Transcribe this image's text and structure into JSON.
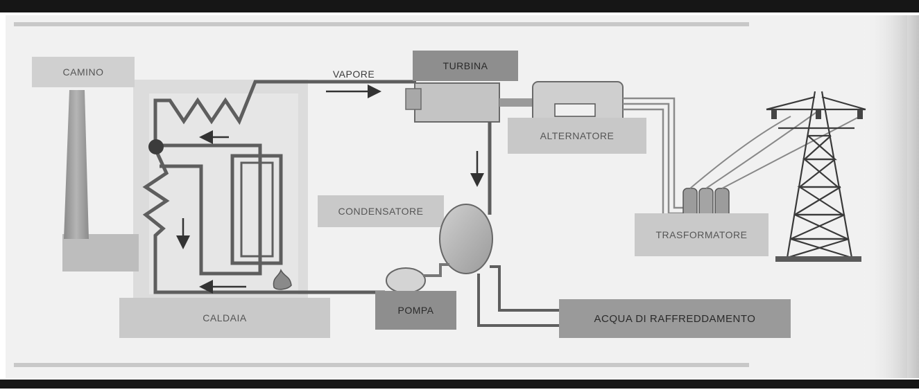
{
  "labels": {
    "camino": "CAMINO",
    "vapore": "VAPORE",
    "turbina": "TURBINA",
    "alternatore": "ALTERNATORE",
    "condensatore": "CONDENSATORE",
    "trasformatore": "TRASFORMATORE",
    "caldaia": "CALDAIA",
    "pompa": "POMPA",
    "acqua": "ACQUA DI RAFFREDDAMENTO"
  },
  "colors": {
    "pipe": "#6f6f6f",
    "pipe_dark": "#4a4a4a",
    "background_panel": "#e9e9e9",
    "label_box": "#cfcfcf",
    "label_box_dark": "#8e8e8e",
    "frame_bar": "#161616"
  }
}
